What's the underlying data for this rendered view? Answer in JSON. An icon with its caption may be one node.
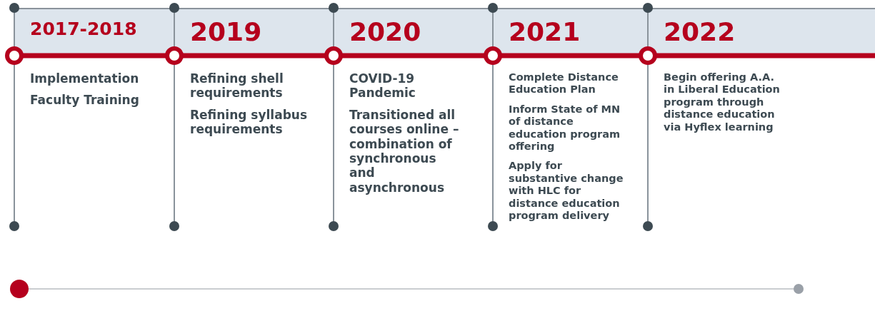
{
  "diagram": {
    "nodes": [
      {
        "text": [
          "2017-2018",
          "Implementation",
          "Faculty Training"
        ]
      },
      {
        "text": [
          "2019",
          "Refining shell requirements",
          "Refining syllabus requirements"
        ]
      },
      {
        "text": [
          "2020",
          "COVID-19 Pandemic",
          "Transitioned all courses online – combination of synchronous and asynchronous"
        ]
      },
      {
        "text": [
          "2021",
          "Complete Distance Education Plan",
          "Inform State of MN of distance education program offering",
          "Apply for substantive change with HLC for distance education program delivery"
        ]
      },
      {
        "text": [
          "2022",
          "Begin offering A.A. in Liberal Education program through distance education via Hyflex learning"
        ]
      }
    ]
  }
}
